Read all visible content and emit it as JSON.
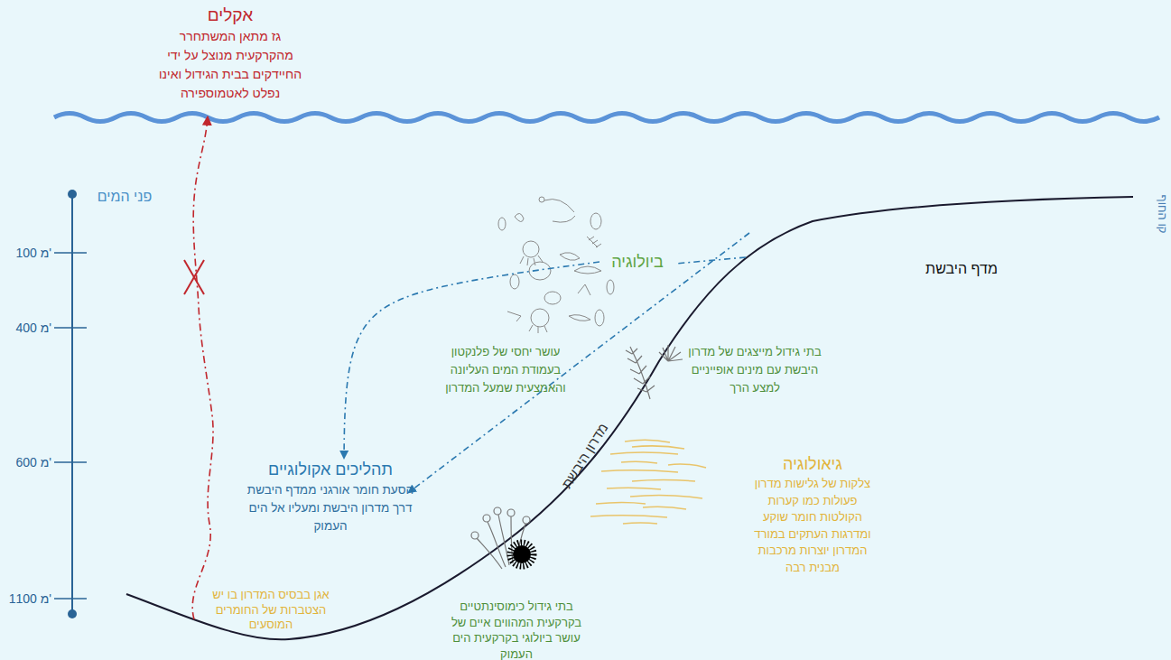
{
  "diagram": {
    "nodes": [
      {
        "text": [
          "אקלים",
          "גז מתאן המשתחרר מהקרקעית מנוצל על ידי החיידקים בבית הגידול ואינו נפלט לאטמוספירה"
        ]
      },
      {
        "text": [
          "ביולוגיה"
        ]
      },
      {
        "text": [
          "תהליכים אקולוגיים",
          "הסעת חומר אורגני ממדף היבשת דרך מדרון היבשת ומעליו אל הים העמוק"
        ]
      },
      {
        "text": [
          "גיאולוגיה",
          "צלקות של גלישות מדרון פעולות כמו קערות הקולטות חומר שוקע ומדרגות העתקים במורד המדרון יוצרות מרכבות מבנית רבה"
        ]
      }
    ],
    "edges": [
      {
        "from": 1,
        "to": 2,
        "arrow": "to"
      }
    ],
    "labels": [
      "פני המים",
      "100 מ'",
      "400 מ'",
      "600 מ'",
      "1100 מ'",
      "קו החוף",
      "מדף היבשת",
      "מדרון היבשת",
      "עושר יחסי של פלנקטון בעמודת המים העליונה והאמצעית שמעל המדרון",
      "בתי גידול מייצגים של מדרון היבשת עם מינים אופייניים למצע הרך",
      "בתי גידול כימוסינתטיים בקרקעית המהווים איים של עושר ביולוגי בקרקעית הים העמוק",
      "אגן בבסיס המדרון בו יש הצטברות של החומרים המוסעים"
    ]
  }
}
